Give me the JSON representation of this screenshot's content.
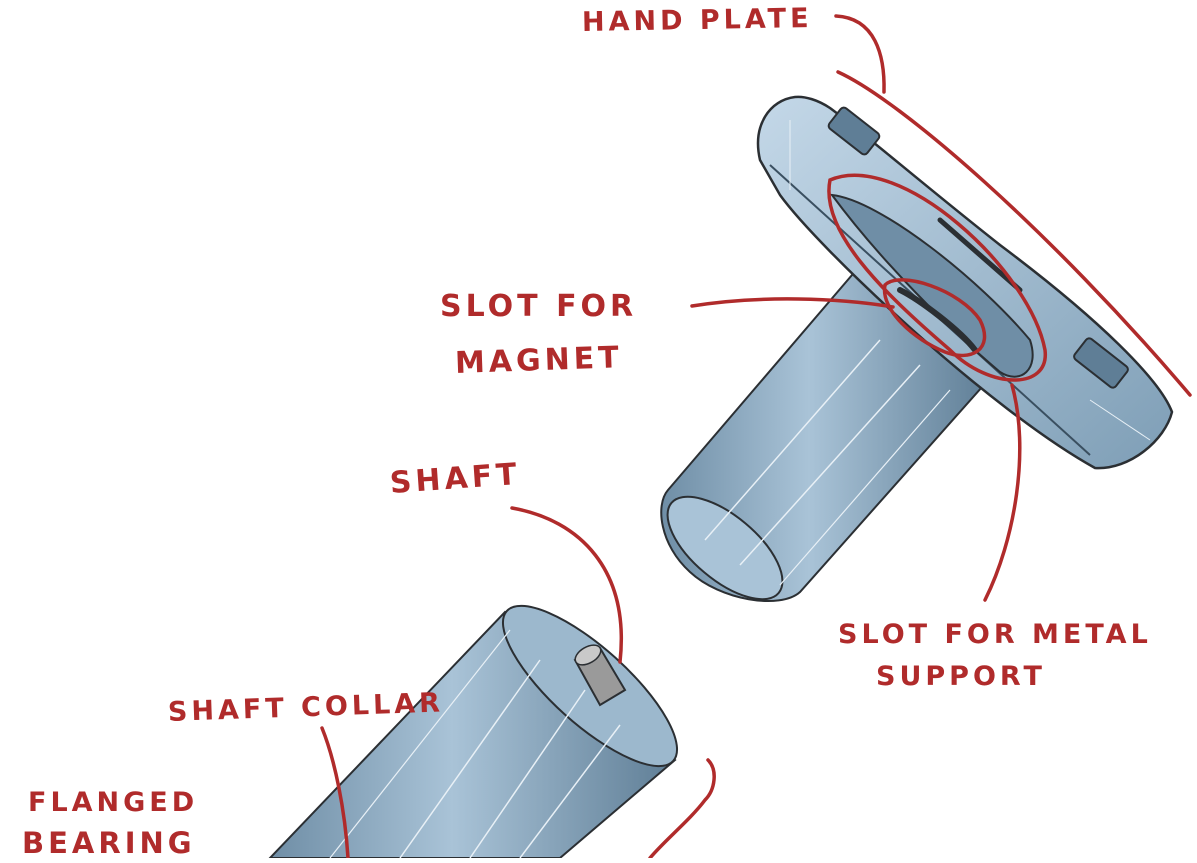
{
  "labels": {
    "hand_plate": "HAND PLATE",
    "slot_for_magnet_line1": "SLOT FOR",
    "slot_for_magnet_line2": "MAGNET",
    "shaft": "SHAFT",
    "slot_for_metal_line1": "SLOT FOR METAL",
    "slot_for_metal_line2": "SUPPORT",
    "shaft_collar": "SHAFT COLLAR",
    "flanged_line1": "FLANGED",
    "flanged_line2": "BEARING"
  },
  "colors": {
    "annotation": "#b02b2b",
    "part_fill": "#8fb0c8",
    "part_light": "#c4d8e8",
    "part_dark": "#5f7e96",
    "outline": "#2b2f33",
    "background": "#ffffff"
  }
}
